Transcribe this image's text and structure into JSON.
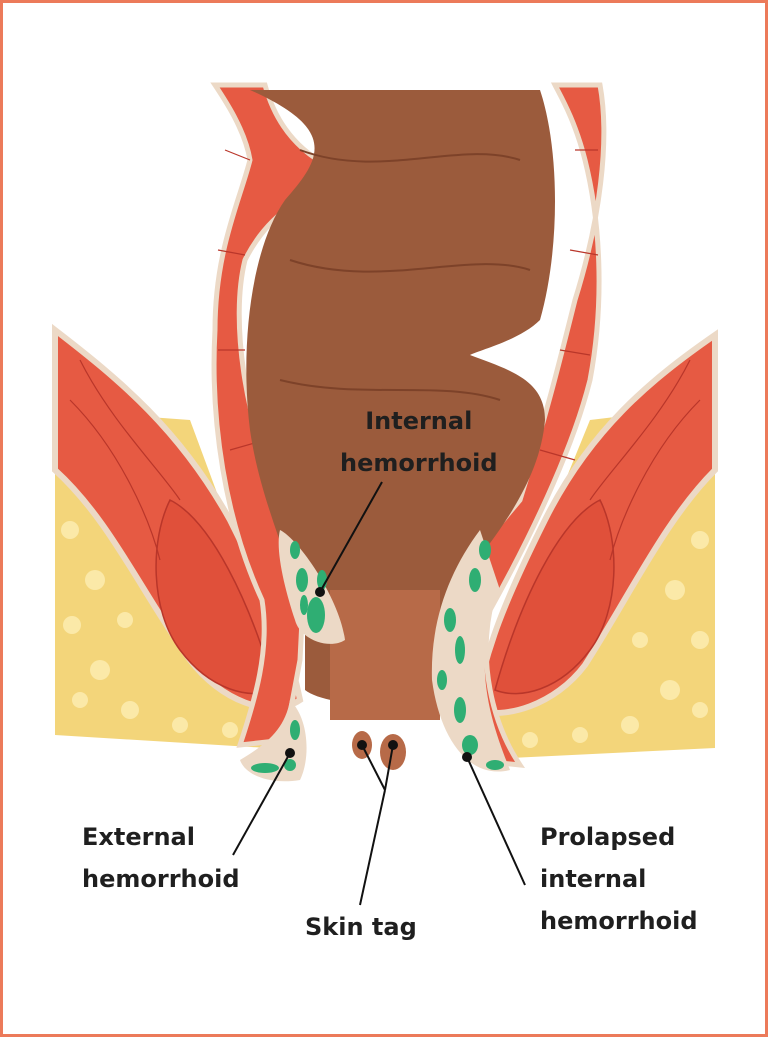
{
  "title": "Hemorrhoid types diagram",
  "labels": {
    "internal": [
      "Internal",
      "hemorrhoid"
    ],
    "external": [
      "External",
      "hemorrhoid"
    ],
    "skin_tag": "Skin tag",
    "prolapsed": [
      "Prolapsed",
      "internal",
      "hemorrhoid"
    ]
  },
  "colors": {
    "border": "#ec7a5a",
    "muscle": "#e65a43",
    "muscle_line": "#b9362a",
    "lining": "#ecd9c6",
    "rectum": "#9b5b3c",
    "fat": "#f3d57a",
    "hemorrhoid": "#2fae73"
  }
}
